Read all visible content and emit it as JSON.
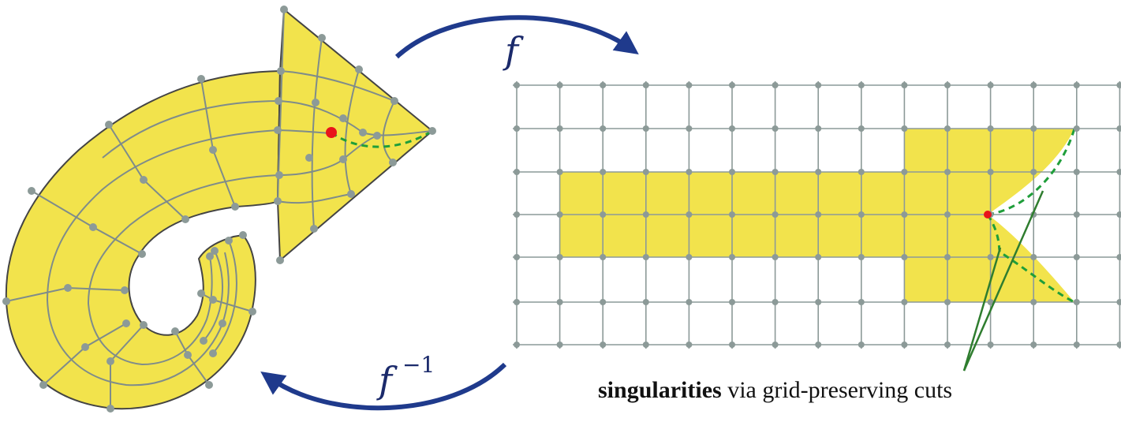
{
  "labels": {
    "forward_map": "f",
    "inverse_map_base": "f",
    "inverse_map_exponent": "−1",
    "caption_bold": "singularities",
    "caption_rest": " via grid-preserving cuts"
  },
  "colors": {
    "fill": "#f2e34c",
    "mesh_line": "#7f8c8a",
    "vertex": "#8c9a98",
    "arrow": "#1f3a8c",
    "singularity": "#e8141b",
    "cut": "#1f9e3a",
    "pointer": "#2f7d2f",
    "outline": "#444444"
  },
  "icons": {
    "singularity": "red-dot",
    "cut": "dashed-green-curve"
  }
}
